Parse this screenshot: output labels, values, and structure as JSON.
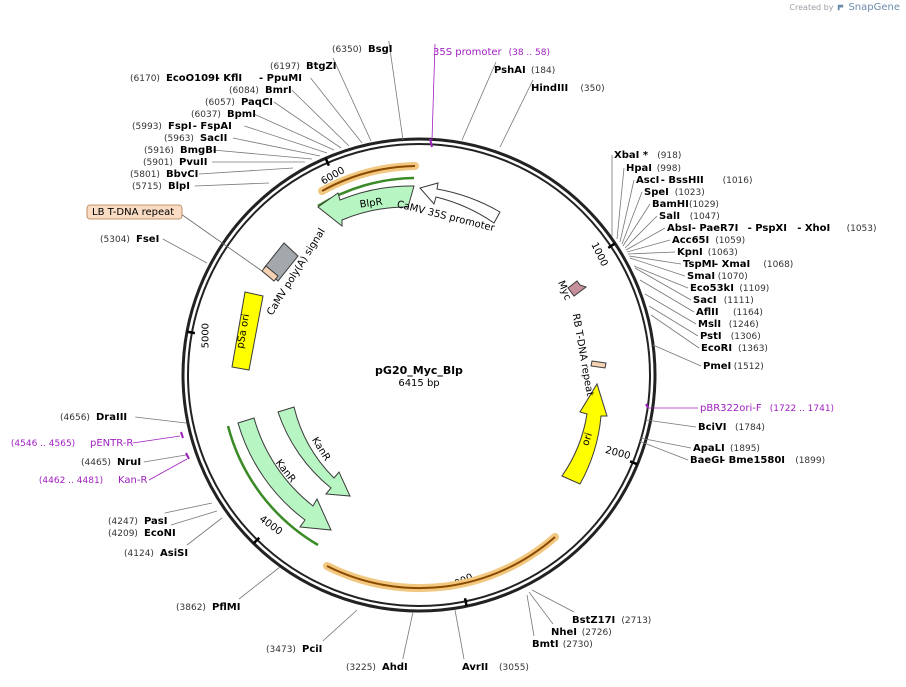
{
  "brand": {
    "created_by": "Created by",
    "product": "SnapGene"
  },
  "map": {
    "name": "pG20_Myc_Blp",
    "length_label": "6415 bp",
    "total_bp": 6415,
    "ticks": [
      {
        "bp": 1000,
        "label": "1000"
      },
      {
        "bp": 2000,
        "label": "2000"
      },
      {
        "bp": 3000,
        "label": "3000"
      },
      {
        "bp": 4000,
        "label": "4000"
      },
      {
        "bp": 5000,
        "label": "5000"
      },
      {
        "bp": 6000,
        "label": "6000"
      }
    ]
  },
  "features": [
    {
      "name": "CaMV 35S promoter",
      "label": "CaMV 35S promoter",
      "type": "promoter",
      "color": "#ffffff"
    },
    {
      "name": "BlpR",
      "label": "BlpR",
      "type": "cds",
      "color": "#b7f5c2"
    },
    {
      "name": "CaMV poly(A) signal",
      "label": "CaMV poly(A) signal",
      "type": "terminator",
      "color": "#a3a8ad"
    },
    {
      "name": "LB T-DNA repeat",
      "label": "LB T-DNA repeat",
      "type": "repeat",
      "color": "#f5d2b3"
    },
    {
      "name": "pSa ori",
      "label": "pSa ori",
      "type": "ori",
      "color": "#ffff00"
    },
    {
      "name": "KanR inner",
      "label": "KanR",
      "type": "cds",
      "color": "#b7f5c2"
    },
    {
      "name": "KanR outer",
      "label": "KanR",
      "type": "cds",
      "color": "#b7f5c2"
    },
    {
      "name": "ori",
      "label": "ori",
      "type": "ori",
      "color": "#ffff00"
    },
    {
      "name": "RB T-DNA repeat",
      "label": "RB T-DNA repeat",
      "type": "repeat",
      "color": "#f5d2b3"
    },
    {
      "name": "Myc",
      "label": "Myc",
      "type": "tag",
      "color": "#c68f9c"
    }
  ],
  "sites": [
    {
      "name": "BsgI",
      "pos": "(6350)"
    },
    {
      "name": "35S promoter",
      "pos": "(38 .. 58)",
      "primer": true
    },
    {
      "name": "PshAI",
      "pos": "(184)"
    },
    {
      "name": "HindIII",
      "pos": "(350)"
    },
    {
      "name": "BtgZI",
      "pos": "(6197)"
    },
    {
      "name": "EcoO109I",
      "extra": "KflI",
      "extra2": "PpuMI",
      "pos": "(6170)"
    },
    {
      "name": "BmrI",
      "pos": "(6084)"
    },
    {
      "name": "PaqCI",
      "pos": "(6057)"
    },
    {
      "name": "BpmI",
      "pos": "(6037)"
    },
    {
      "name": "FspI",
      "extra": "FspAI",
      "pos": "(5993)"
    },
    {
      "name": "SacII",
      "pos": "(5963)"
    },
    {
      "name": "BmgBI",
      "pos": "(5916)"
    },
    {
      "name": "PvuII",
      "pos": "(5901)"
    },
    {
      "name": "BbvCI",
      "pos": "(5801)"
    },
    {
      "name": "BlpI",
      "pos": "(5715)"
    },
    {
      "name": "FseI",
      "pos": "(5304)"
    },
    {
      "name": "DraIII",
      "pos": "(4656)"
    },
    {
      "name": "pENTR-R",
      "pos": "(4546 .. 4565)",
      "primer": true
    },
    {
      "name": "NruI",
      "pos": "(4465)"
    },
    {
      "name": "Kan-R",
      "pos": "(4462 .. 4481)",
      "primer": true
    },
    {
      "name": "PasI",
      "pos": "(4247)"
    },
    {
      "name": "EcoNI",
      "pos": "(4209)"
    },
    {
      "name": "AsiSI",
      "pos": "(4124)"
    },
    {
      "name": "PflMI",
      "pos": "(3862)"
    },
    {
      "name": "PciI",
      "pos": "(3473)"
    },
    {
      "name": "AhdI",
      "pos": "(3225)"
    },
    {
      "name": "AvrII",
      "pos": "(3055)"
    },
    {
      "name": "BmtI",
      "pos": "(2730)"
    },
    {
      "name": "NheI",
      "pos": "(2726)"
    },
    {
      "name": "BstZ17I",
      "pos": "(2713)"
    },
    {
      "name": "XbaI *",
      "pos": "(918)"
    },
    {
      "name": "HpaI",
      "pos": "(998)"
    },
    {
      "name": "AscI",
      "extra": "BssHII",
      "pos": "(1016)"
    },
    {
      "name": "SpeI",
      "pos": "(1023)"
    },
    {
      "name": "BamHI",
      "pos": "(1029)"
    },
    {
      "name": "SalI",
      "pos": "(1047)"
    },
    {
      "name": "AbsI",
      "extra": "PaeR7I",
      "extra2": "PspXI",
      "extra3": "XhoI",
      "pos": "(1053)"
    },
    {
      "name": "Acc65I",
      "pos": "(1059)"
    },
    {
      "name": "KpnI",
      "pos": "(1063)"
    },
    {
      "name": "TspMI",
      "extra": "XmaI",
      "pos": "(1068)"
    },
    {
      "name": "SmaI",
      "pos": "(1070)"
    },
    {
      "name": "Eco53kI",
      "pos": "(1109)"
    },
    {
      "name": "SacI",
      "pos": "(1111)"
    },
    {
      "name": "AflII",
      "pos": "(1164)"
    },
    {
      "name": "MslI",
      "pos": "(1246)"
    },
    {
      "name": "PstI",
      "pos": "(1306)"
    },
    {
      "name": "EcoRI",
      "pos": "(1363)"
    },
    {
      "name": "PmeI",
      "pos": "(1512)"
    },
    {
      "name": "pBR322ori-F",
      "pos": "(1722 .. 1741)",
      "primer": true
    },
    {
      "name": "BciVI",
      "pos": "(1784)"
    },
    {
      "name": "ApaLI",
      "pos": "(1895)"
    },
    {
      "name": "BaeGI",
      "extra": "Bme1580I",
      "pos": "(1899)"
    }
  ],
  "colors": {
    "primer": "#a020c0",
    "backbone": "#222222",
    "text": "#000000",
    "pos": "#333333"
  }
}
